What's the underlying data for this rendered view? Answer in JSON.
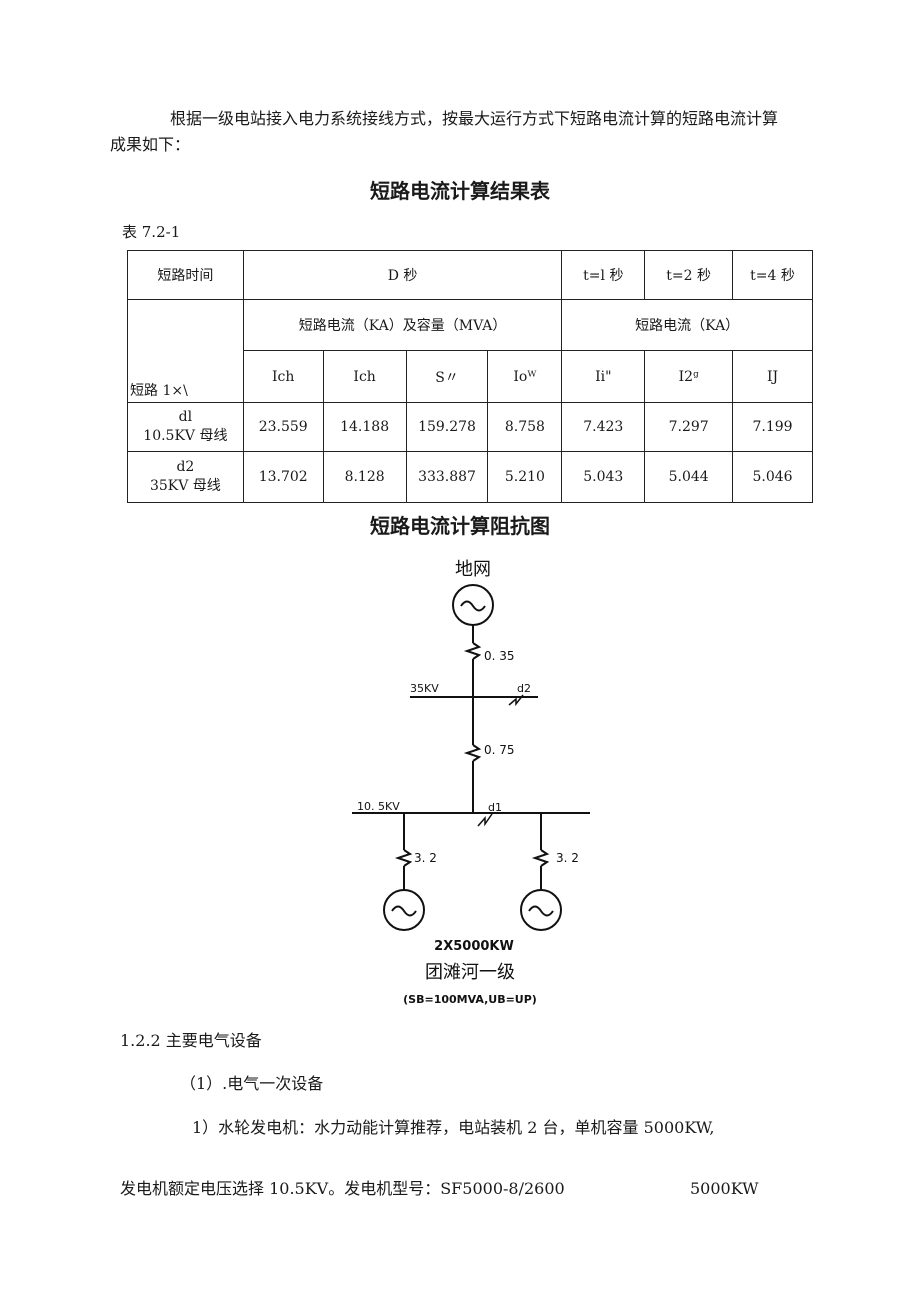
{
  "intro": {
    "line1": "根据一级电站接入电力系统接线方式，按最大运行方式下短路电流计算的短路电流计算",
    "line2": "成果如下："
  },
  "table_title": "短路电流计算结果表",
  "table_number": "表 7.2-1",
  "table": {
    "header_time": "短路时间",
    "header_d": "D 秒",
    "header_t1": "t=l 秒",
    "header_t2": "t=2 秒",
    "header_t4": "t=4 秒",
    "group1": "短路电流（KA）及容量（MVA）",
    "group2": "短路电流（KA）",
    "corner": "短路 1×\\",
    "cols": [
      "Ich",
      "Ich",
      "S〃",
      "Ioᵂ",
      "Ii\"",
      "I2ᵍ",
      "IJ"
    ],
    "rows": [
      {
        "name1": "dl",
        "name2": "10.5KV 母线",
        "values": [
          "23.559",
          "14.188",
          "159.278",
          "8.758",
          "7.423",
          "7.297",
          "7.199"
        ]
      },
      {
        "name1": "d2",
        "name2": "35KV 母线",
        "values": [
          "13.702",
          "8.128",
          "333.887",
          "5.210",
          "5.043",
          "5.044",
          "5.046"
        ]
      }
    ]
  },
  "diagram_title": "短路电流计算阻抗图",
  "diagram": {
    "grid_label": "地网",
    "z1": "0. 35",
    "bus35": "35KV",
    "d2": "d2",
    "z2": "0. 75",
    "bus10": "10. 5KV",
    "d1": "d1",
    "zg1": "3. 2",
    "zg2": "3. 2",
    "gen_caption": "2X5000KW",
    "station": "团滩河一级",
    "base": "(SB=100MVA,UB=UP)"
  },
  "section": "1.2.2 主要电气设备",
  "sub1": "（1）.电气一次设备",
  "item1": "1）水轮发电机：水力动能计算推荐，电站装机 2 台，单机容量 5000KW,",
  "last_line_left": "发电机额定电压选择 10.5KV。发电机型号：SF5000-8∕2600",
  "last_line_right": "5000KW"
}
